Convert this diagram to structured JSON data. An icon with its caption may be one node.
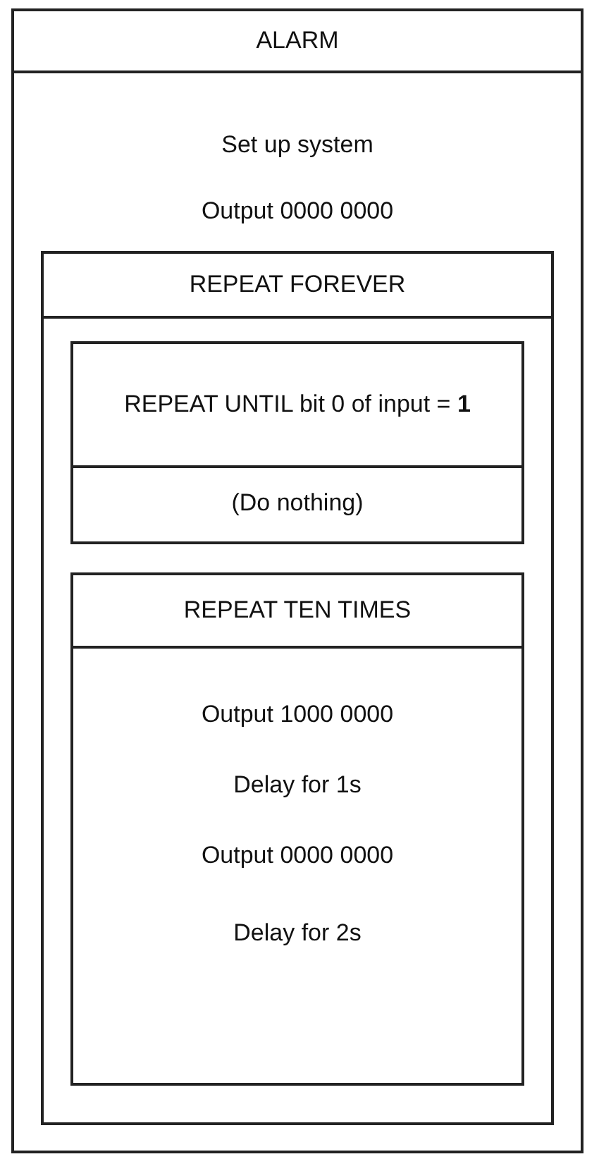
{
  "diagram": {
    "nodes": [
      {
        "text": [
          "ALARM",
          "Set up system",
          "Output 0000 0000"
        ]
      },
      {
        "text": [
          "REPEAT FOREVER"
        ],
        "in": 0
      },
      {
        "text": [
          "REPEAT UNTIL bit 0 of input = **1**",
          "(Do nothing)"
        ],
        "in": 1
      },
      {
        "text": [
          "REPEAT TEN TIMES",
          "Output 1000 0000",
          "Delay for 1s",
          "Output 0000 0000",
          "Delay for 2s"
        ],
        "in": 1
      }
    ]
  }
}
